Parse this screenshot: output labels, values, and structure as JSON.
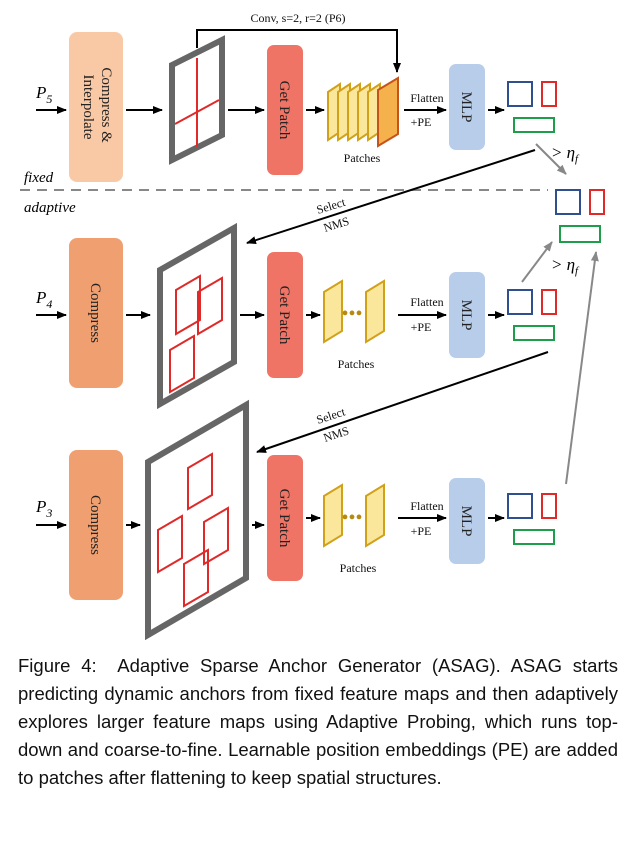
{
  "figure": {
    "conv_label": "Conv, s=2, r=2 (P6)",
    "rows": [
      {
        "input": "P",
        "input_sub": "5",
        "stage_label_1": "Compress &",
        "stage_label_2": "Interpolate",
        "get_patch": "Get Patch",
        "flatten": "Flatten",
        "pe": "+PE",
        "mlp": "MLP",
        "patches": "Patches"
      },
      {
        "input": "P",
        "input_sub": "4",
        "stage_label_1": "Compress",
        "get_patch": "Get Patch",
        "flatten": "Flatten",
        "pe": "+PE",
        "mlp": "MLP",
        "patches": "Patches"
      },
      {
        "input": "P",
        "input_sub": "3",
        "stage_label_1": "Compress",
        "get_patch": "Get Patch",
        "flatten": "Flatten",
        "pe": "+PE",
        "mlp": "MLP",
        "patches": "Patches"
      }
    ],
    "fixed_label": "fixed",
    "adaptive_label": "adaptive",
    "select_label": "Select",
    "nms_label": "NMS",
    "threshold_gt": ">",
    "threshold_eta": "η",
    "threshold_sub": "f",
    "colors": {
      "compress_light": "#f9c9a6",
      "compress": "#f0a070",
      "get_patch": "#f07466",
      "mlp": "#b7cdea",
      "patch_fill": "#fbe79b",
      "patch_edge": "#d2a11a",
      "box_blue": "#2f4f8f",
      "box_red": "#e02a2a",
      "box_green": "#1e9e4a"
    }
  },
  "caption": {
    "label": "Figure 4:",
    "text": "Adaptive Sparse Anchor Generator (ASAG). ASAG starts predicting dynamic anchors from fixed feature maps and then adaptively explores larger feature maps using Adaptive Probing, which runs top-down and coarse-to-fine. Learnable position embeddings (PE) are added to patches after flattening to keep spatial structures."
  }
}
